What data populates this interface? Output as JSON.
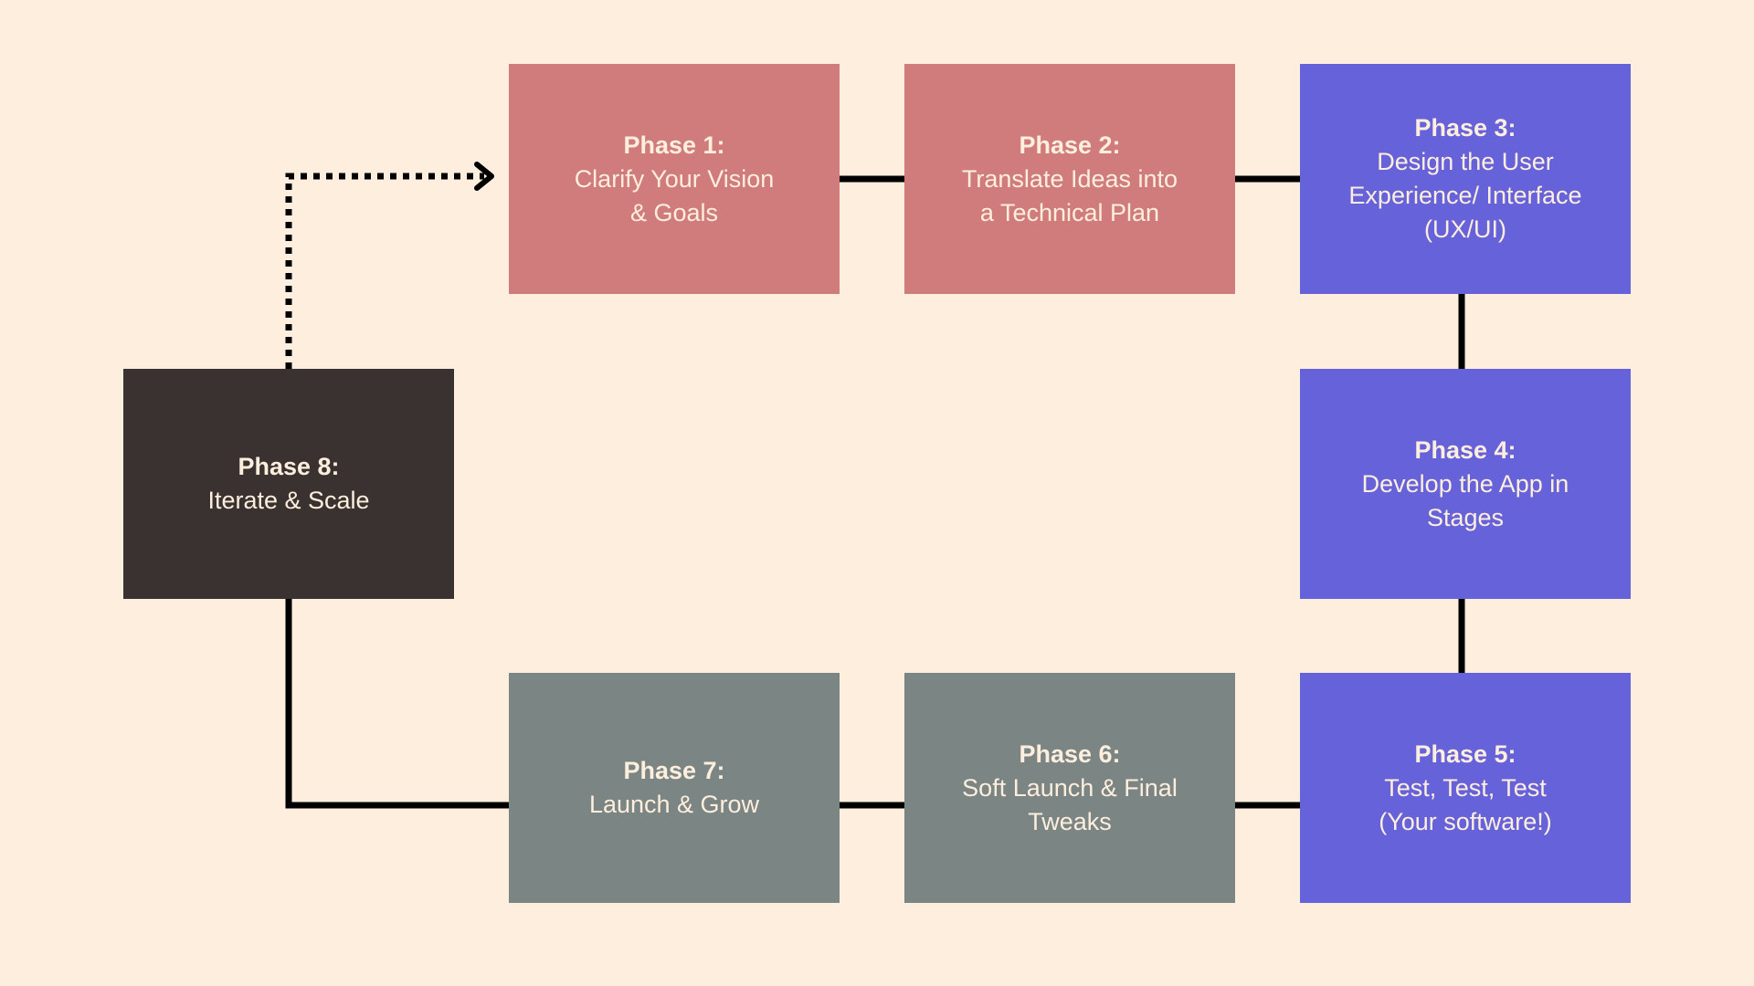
{
  "colors": {
    "background": "#FDEEDD",
    "phase_rose": "#D07C7C",
    "phase_indigo": "#6662D9",
    "phase_slate": "#7A8584",
    "phase_dark": "#3A3230",
    "text_light": "#FDEEDD",
    "connector": "#000000"
  },
  "phases": [
    {
      "title": "Phase 1:",
      "desc": "Clarify Your Vision\n& Goals",
      "color": "#D07C7C"
    },
    {
      "title": "Phase 2:",
      "desc": "Translate Ideas into\na Technical Plan",
      "color": "#D07C7C"
    },
    {
      "title": "Phase 3:",
      "desc": "Design the User\nExperience/ Interface\n(UX/UI)",
      "color": "#6662D9"
    },
    {
      "title": "Phase 4:",
      "desc": "Develop the App in\nStages",
      "color": "#6662D9"
    },
    {
      "title": "Phase 5:",
      "desc": "Test, Test, Test\n(Your software!)",
      "color": "#6662D9"
    },
    {
      "title": "Phase 6:",
      "desc": "Soft Launch & Final\nTweaks",
      "color": "#7A8584"
    },
    {
      "title": "Phase 7:",
      "desc": "Launch & Grow",
      "color": "#7A8584"
    },
    {
      "title": "Phase 8:",
      "desc": "Iterate & Scale",
      "color": "#3A3230"
    }
  ],
  "connections": [
    {
      "from": "Phase 1",
      "to": "Phase 2",
      "style": "solid"
    },
    {
      "from": "Phase 2",
      "to": "Phase 3",
      "style": "solid"
    },
    {
      "from": "Phase 3",
      "to": "Phase 4",
      "style": "solid"
    },
    {
      "from": "Phase 4",
      "to": "Phase 5",
      "style": "solid"
    },
    {
      "from": "Phase 5",
      "to": "Phase 6",
      "style": "solid"
    },
    {
      "from": "Phase 6",
      "to": "Phase 7",
      "style": "solid"
    },
    {
      "from": "Phase 7",
      "to": "Phase 8",
      "style": "solid"
    },
    {
      "from": "Phase 8",
      "to": "Phase 1",
      "style": "dotted-arrow"
    }
  ]
}
